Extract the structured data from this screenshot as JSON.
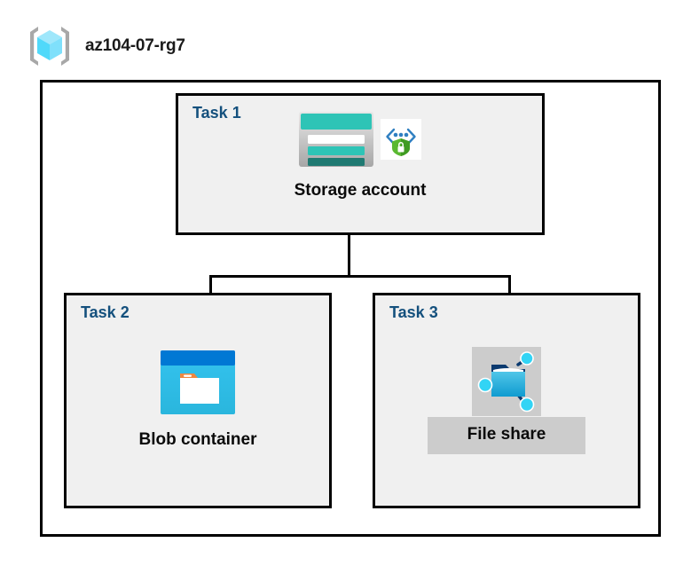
{
  "diagram": {
    "resource_group": {
      "icon": "resource-group-cube-icon",
      "name": "az104-07-rg7"
    },
    "tasks": [
      {
        "id": "task1",
        "label": "Task 1",
        "node_caption": "Storage account",
        "icons": [
          "storage-account-icon",
          "secure-transfer-shield-icon"
        ],
        "highlighted": false
      },
      {
        "id": "task2",
        "label": "Task 2",
        "node_caption": "Blob container",
        "icons": [
          "blob-container-icon"
        ],
        "highlighted": false
      },
      {
        "id": "task3",
        "label": "Task 3",
        "node_caption": "File share",
        "icons": [
          "file-share-folder-icon"
        ],
        "highlighted": true
      }
    ],
    "connectors": [
      {
        "from": "task1",
        "to": "task2"
      },
      {
        "from": "task1",
        "to": "task3"
      }
    ],
    "colors": {
      "task_label": "#14507d",
      "caption": "#0a0a0a",
      "box_border": "#000000",
      "box_fill": "#f0f0f0",
      "page_background": "#ffffff",
      "highlight": "#cccccc",
      "storage_teal": "#2ec4b6",
      "storage_teal_dark": "#1f7a72",
      "blob_blue": "#0078d4",
      "blob_cyan": "#32bedd",
      "blob_orange": "#f0873f",
      "shield_green": "#5ab831",
      "node_cyan": "#32d4f5"
    }
  }
}
